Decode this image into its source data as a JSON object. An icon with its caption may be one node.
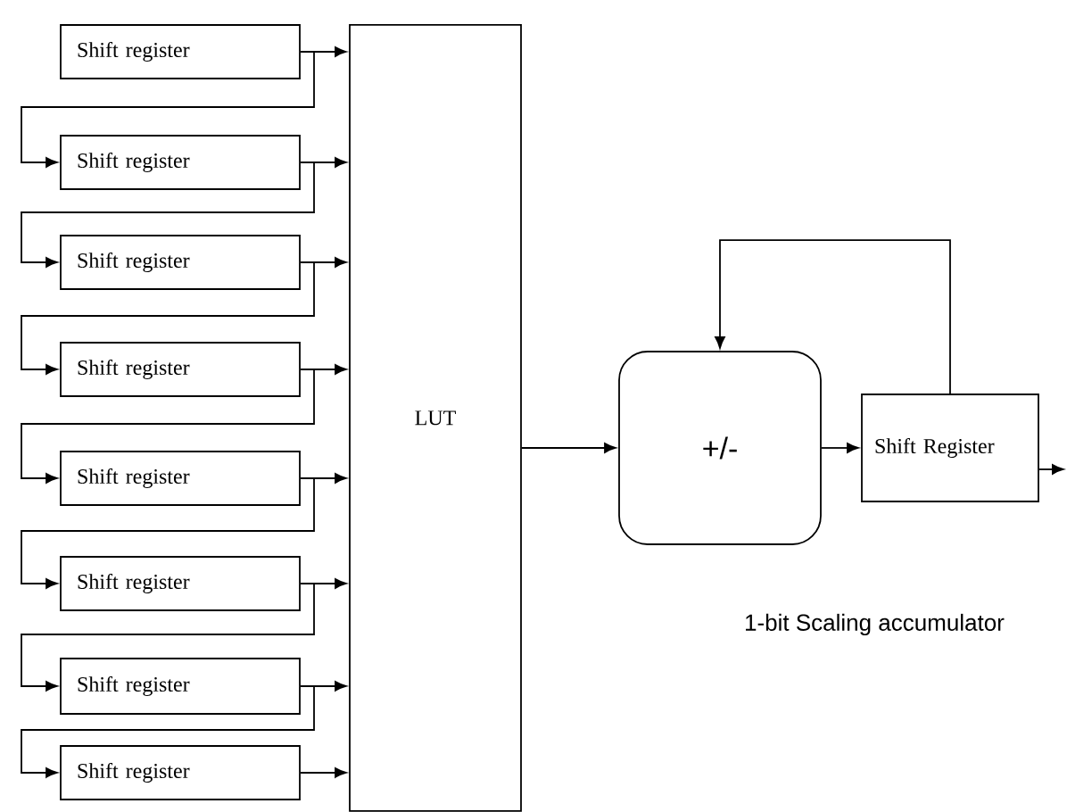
{
  "diagram": {
    "nodes": [
      {
        "text": [
          "Shift register"
        ]
      },
      {
        "text": [
          "Shift register"
        ]
      },
      {
        "text": [
          "Shift register"
        ]
      },
      {
        "text": [
          "Shift register"
        ]
      },
      {
        "text": [
          "Shift register"
        ]
      },
      {
        "text": [
          "Shift register"
        ]
      },
      {
        "text": [
          "Shift register"
        ]
      },
      {
        "text": [
          "Shift register"
        ]
      },
      {
        "text": [
          "LUT"
        ]
      },
      {
        "text": [
          "+/-"
        ]
      },
      {
        "text": [
          "Shift Register"
        ]
      }
    ],
    "edges": [
      {
        "from": 0,
        "to": 8,
        "arrow": "to"
      },
      {
        "from": 0,
        "to": 1,
        "arrow": "to"
      },
      {
        "from": 1,
        "to": 8,
        "arrow": "to"
      },
      {
        "from": 1,
        "to": 2,
        "arrow": "to"
      },
      {
        "from": 2,
        "to": 8,
        "arrow": "to"
      },
      {
        "from": 2,
        "to": 3,
        "arrow": "to"
      },
      {
        "from": 3,
        "to": 8,
        "arrow": "to"
      },
      {
        "from": 3,
        "to": 4,
        "arrow": "to"
      },
      {
        "from": 4,
        "to": 8,
        "arrow": "to"
      },
      {
        "from": 4,
        "to": 5,
        "arrow": "to"
      },
      {
        "from": 5,
        "to": 8,
        "arrow": "to"
      },
      {
        "from": 5,
        "to": 6,
        "arrow": "to"
      },
      {
        "from": 6,
        "to": 8,
        "arrow": "to"
      },
      {
        "from": 6,
        "to": 7,
        "arrow": "to"
      },
      {
        "from": 7,
        "to": 8,
        "arrow": "to"
      },
      {
        "from": 8,
        "to": 9,
        "arrow": "to"
      },
      {
        "from": 9,
        "to": 10,
        "arrow": "to"
      },
      {
        "from": 10,
        "to": 9,
        "arrow": "to"
      },
      {
        "from": 10,
        "to": null,
        "arrow": "to"
      }
    ],
    "labels": [
      "1-bit Scaling accumulator"
    ]
  }
}
